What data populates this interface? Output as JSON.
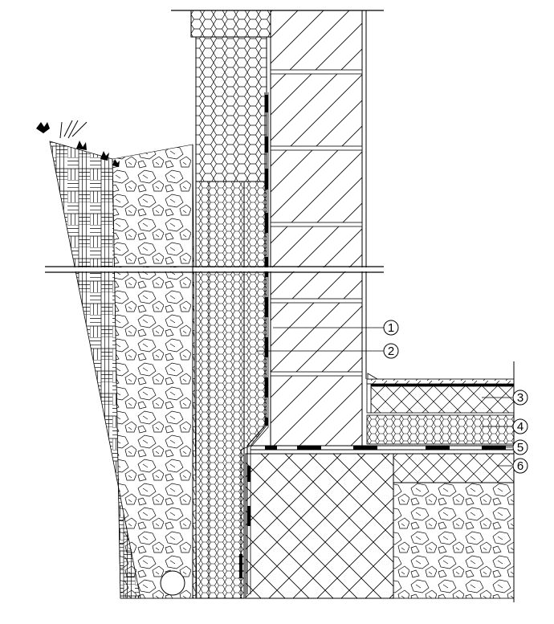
{
  "diagram": {
    "type": "construction section detail",
    "callouts": [
      {
        "id": "1",
        "label": "1"
      },
      {
        "id": "2",
        "label": "2"
      },
      {
        "id": "3",
        "label": "3"
      },
      {
        "id": "4",
        "label": "4"
      },
      {
        "id": "5",
        "label": "5"
      },
      {
        "id": "6",
        "label": "6"
      }
    ]
  },
  "colors": {
    "line": "#000000",
    "background": "#ffffff"
  }
}
